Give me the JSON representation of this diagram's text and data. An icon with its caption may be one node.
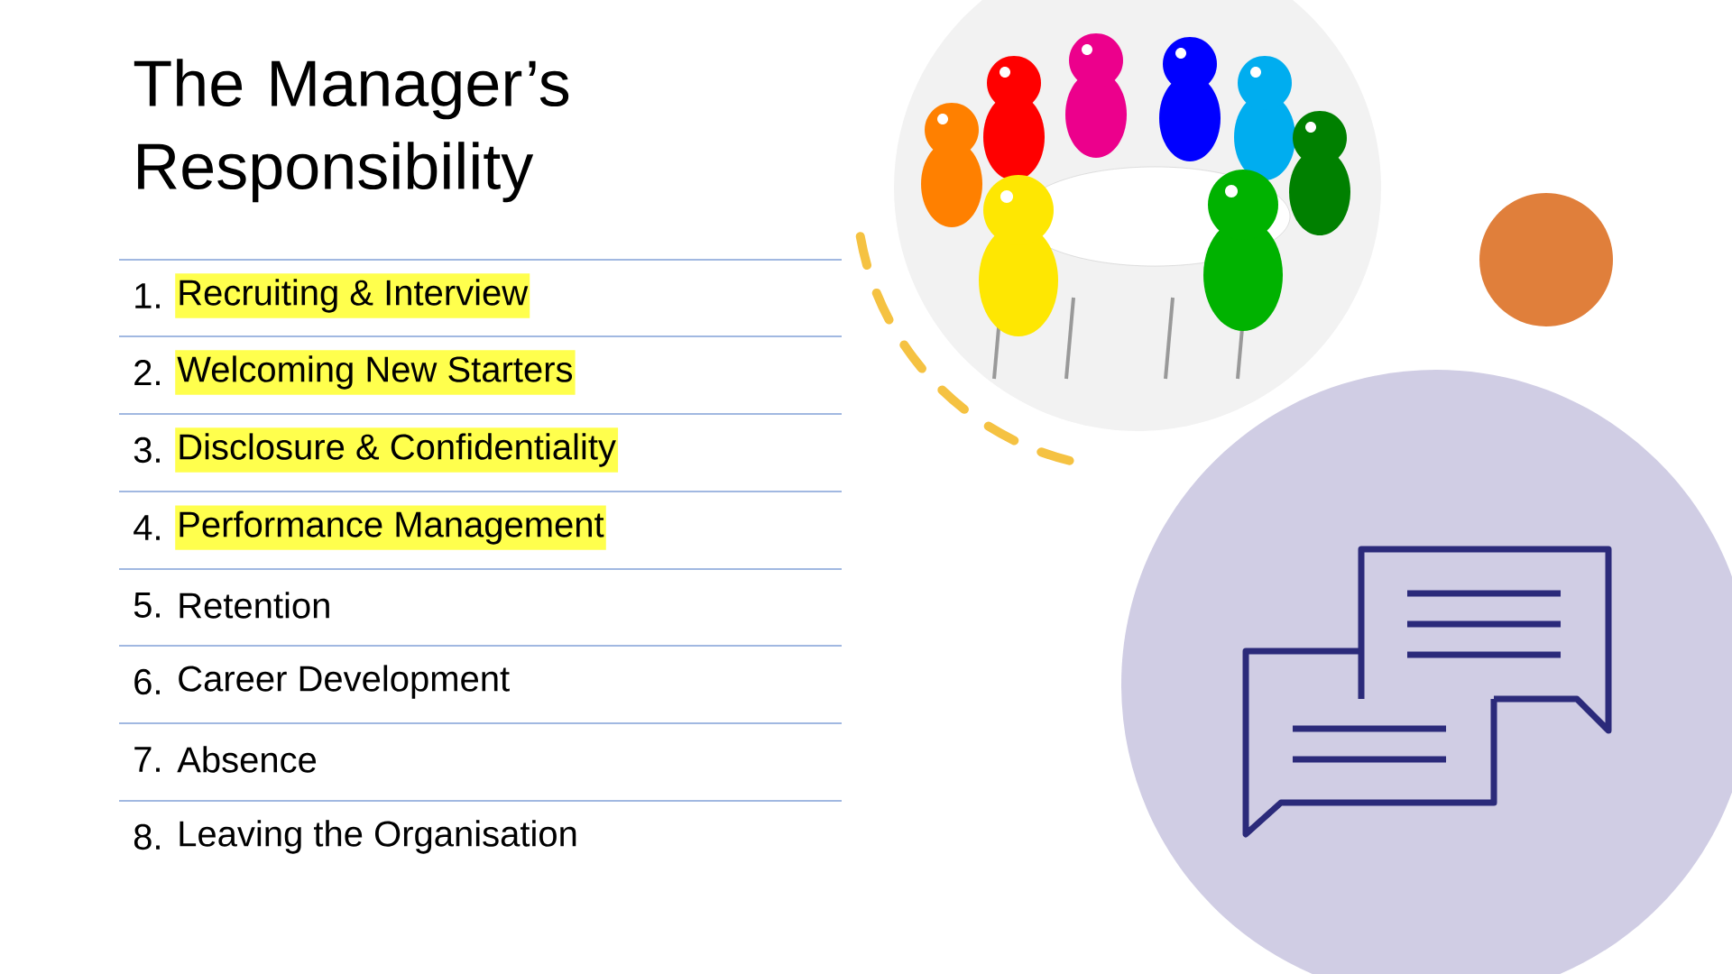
{
  "diagram": {
    "title": "The Manager’s Responsibility",
    "labels": [
      "1.",
      "Recruiting & Interview",
      "2.",
      "Welcoming New Starters",
      "3.",
      "Disclosure & Confidentiality",
      "4.",
      "Performance Management",
      "5.",
      "Retention",
      "6.",
      "Career Development",
      "7.",
      "Absence",
      "8.",
      "Leaving the Organisation"
    ]
  }
}
